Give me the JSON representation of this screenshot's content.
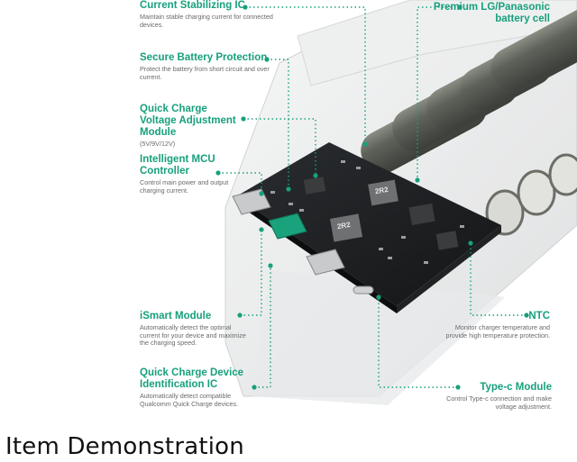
{
  "callouts": {
    "current_stabilizing": {
      "title": "Current Stabilizing IC",
      "desc": "Maintain stable charging current for connected devices."
    },
    "secure_battery": {
      "title": "Secure Battery Protection",
      "desc": "Protect the battery from short circuit and over current."
    },
    "quick_charge_voltage": {
      "title": "Quick Charge Voltage Adjustment Module",
      "desc": "(5V/9V/12V)"
    },
    "intelligent_mcu": {
      "title": "Intelligent MCU Controller",
      "desc": "Control main power and output charging current."
    },
    "ismart": {
      "title": "iSmart Module",
      "desc": "Automatically detect the optimal current for your device and maximize the charging speed."
    },
    "qc_device_id": {
      "title": "Quick Charge Device Identification IC",
      "desc": "Automatically detect compatible Qualcomm Quick Charge devices."
    },
    "premium_cell": {
      "title": "Premium LG/Panasonic battery cell",
      "desc": ""
    },
    "ntc": {
      "title": "NTC",
      "desc": "Monitor charger temperature and provide high temperature protection."
    },
    "typec": {
      "title": "Type-c Module",
      "desc": "Control Type-c connection and make voltage adjustment."
    }
  },
  "board": {
    "chip_label_1": "2R2",
    "chip_label_2": "2R2"
  },
  "caption": "Item Demonstration",
  "colors": {
    "accent": "#17a07c",
    "pcb": "#1b1d1f",
    "cell": "#5b5f56"
  }
}
